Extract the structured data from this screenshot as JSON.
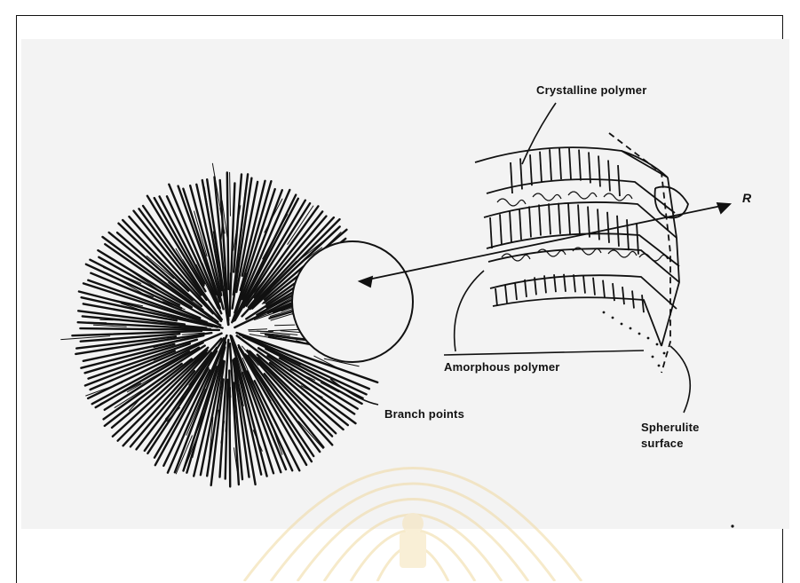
{
  "labels": {
    "crystalline_polymer": "Crystalline polymer",
    "r_axis": "R",
    "amorphous_polymer": "Amorphous polymer",
    "branch_points": "Branch points",
    "spherulite_surface": "Spherulite surface"
  },
  "colors": {
    "ink": "#111111",
    "scan_background": "#f3f3f3",
    "watermark": "#f0d9a0"
  }
}
